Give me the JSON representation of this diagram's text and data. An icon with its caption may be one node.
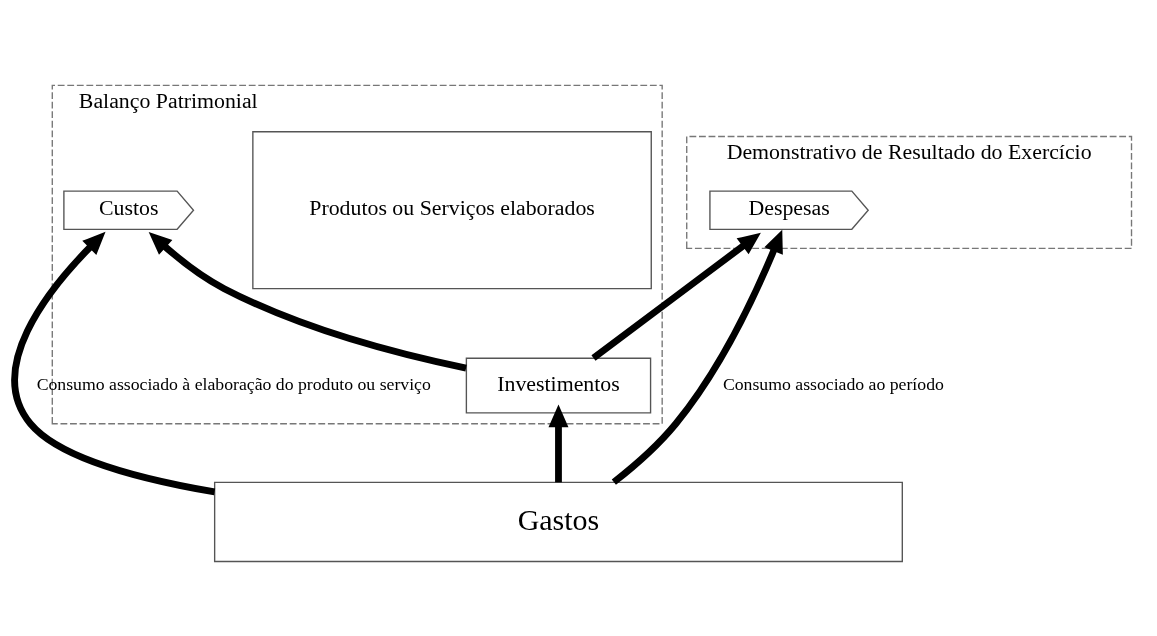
{
  "diagram": {
    "nodes": [
      {
        "text": [
          "Balanço Patrimonial"
        ]
      },
      {
        "text": [
          "Custos"
        ],
        "in": 0
      },
      {
        "text": [
          "Produtos ou Serviços elaborados"
        ],
        "in": 0
      },
      {
        "text": [
          "Investimentos"
        ],
        "in": 0
      },
      {
        "text": [
          "Demonstrativo de Resultado do Exercício"
        ]
      },
      {
        "text": [
          "Despesas"
        ],
        "in": 4
      },
      {
        "text": [
          "Gastos"
        ]
      }
    ],
    "edges": [
      {
        "from": 6,
        "to": 1,
        "arrow": "to",
        "label": "Consumo associado à elaboração do produto ou serviço"
      },
      {
        "from": 3,
        "to": 1,
        "arrow": "to"
      },
      {
        "from": 6,
        "to": 3,
        "arrow": "to"
      },
      {
        "from": 3,
        "to": 5,
        "arrow": "to"
      },
      {
        "from": 6,
        "to": 5,
        "arrow": "to",
        "label": "Consumo associado ao período"
      }
    ]
  }
}
